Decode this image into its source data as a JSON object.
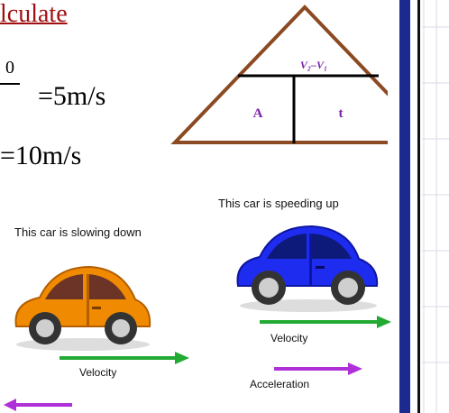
{
  "heading": "lculate",
  "fraction_numerator": "0",
  "equation_1": "=5m/s",
  "equation_2": "=10m/s",
  "triangle": {
    "top": "V₂–V₁",
    "left": "A",
    "right": "t"
  },
  "slowing_car": {
    "caption": "This car is slowing down",
    "velocity_label": "Velocity"
  },
  "speeding_car": {
    "caption": "This car is speeding up",
    "velocity_label": "Velocity",
    "acceleration_label": "Acceleration"
  },
  "colors": {
    "heading": "#a01010",
    "triangle_stroke": "#8b4a22",
    "triangle_text": "#7a1fa8",
    "velocity_arrow": "#22aa33",
    "acceleration_arrow": "#b030d8",
    "sidebar_navy": "#1b2a8f"
  }
}
